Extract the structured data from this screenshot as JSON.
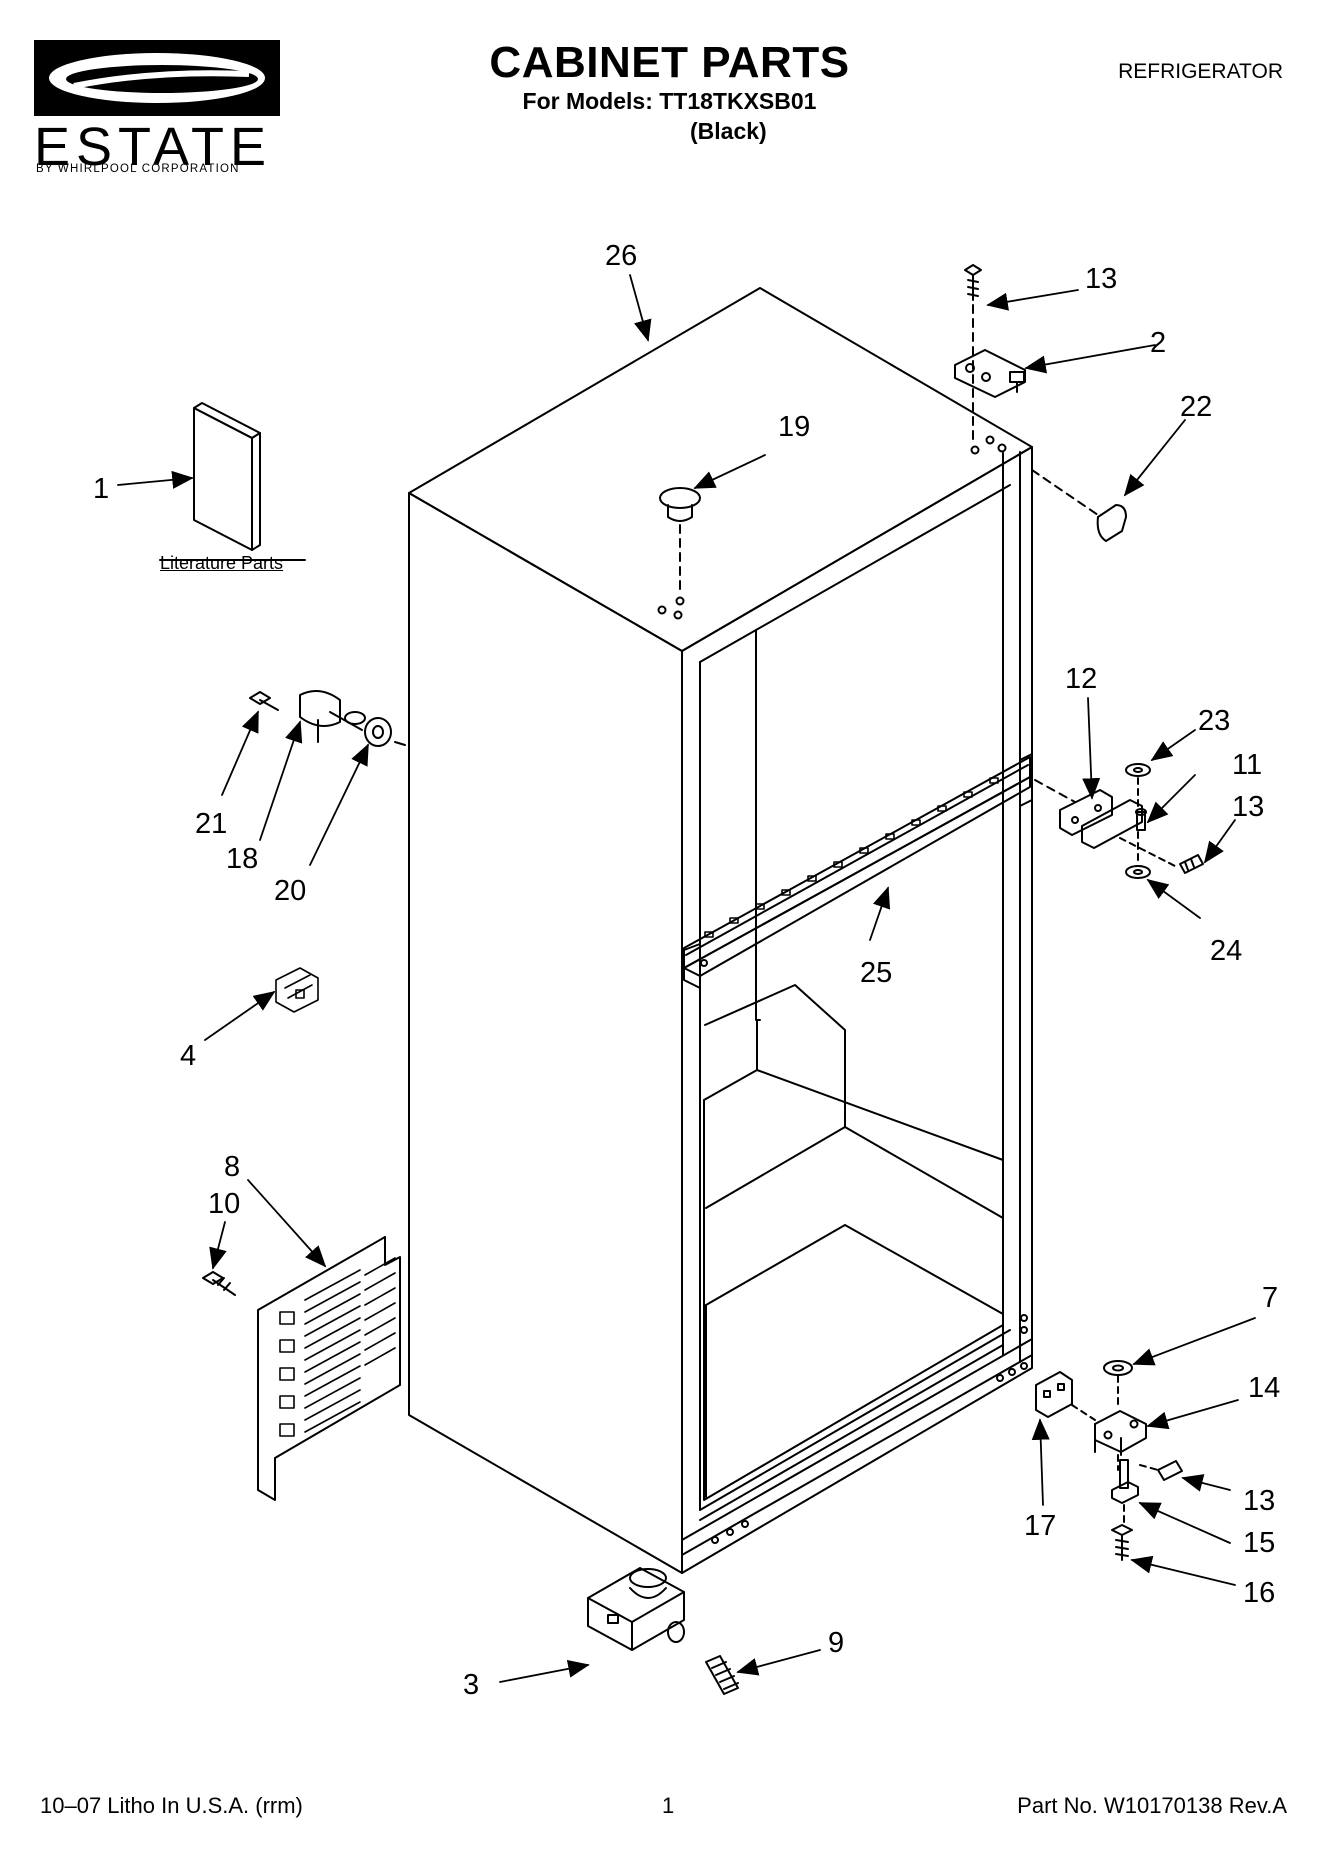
{
  "header": {
    "title": "CABINET PARTS",
    "models_line": "For Models: TT18TKXSB01",
    "color_line": "(Black)",
    "category": "REFRIGERATOR"
  },
  "logo": {
    "brand": "ESTATE",
    "sub": "BY WHIRLPOOL CORPORATION"
  },
  "literature_label": "Literature Parts",
  "callouts": [
    "26",
    "13",
    "2",
    "22",
    "19",
    "1",
    "12",
    "23",
    "11",
    "13",
    "21",
    "18",
    "20",
    "24",
    "25",
    "4",
    "8",
    "10",
    "7",
    "14",
    "13",
    "17",
    "15",
    "16",
    "3",
    "9"
  ],
  "footer": {
    "left": "10–07 Litho In U.S.A. (rrm)",
    "page": "1",
    "part_no": "Part No. W10170138 Rev.A"
  }
}
